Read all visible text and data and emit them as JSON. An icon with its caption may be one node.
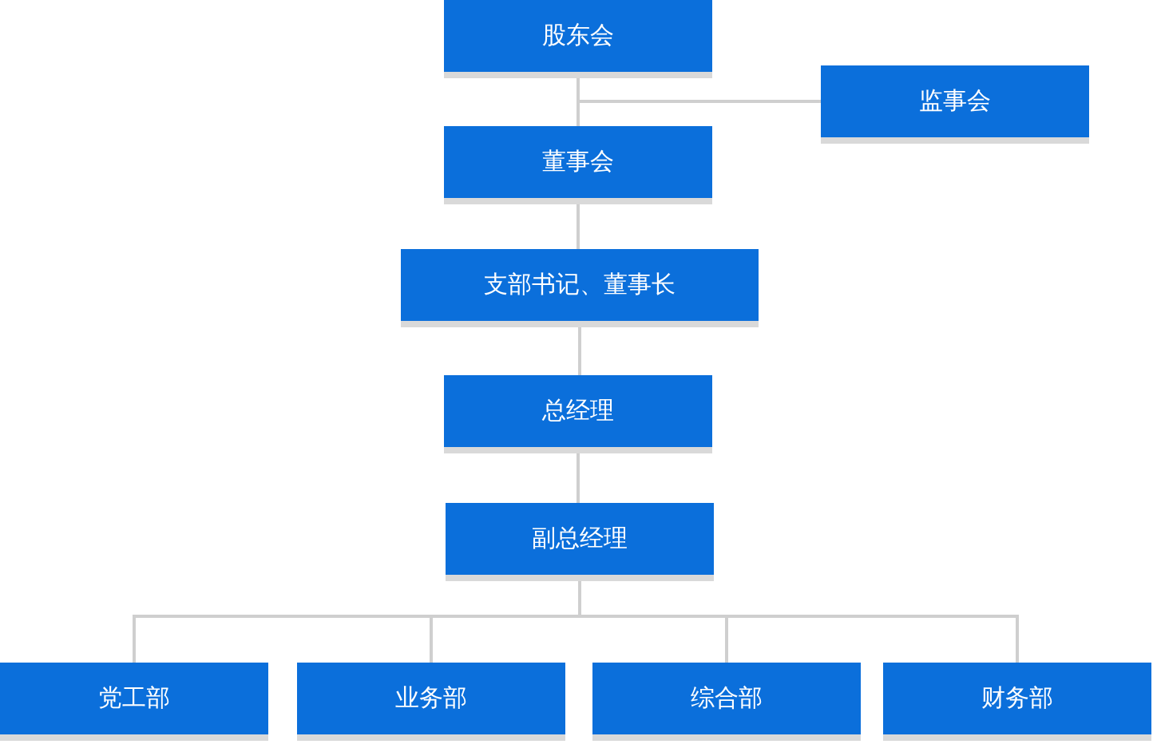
{
  "diagram": {
    "nodes": [
      {
        "text": [
          "股东会"
        ]
      },
      {
        "text": [
          "监事会"
        ]
      },
      {
        "text": [
          "董事会"
        ]
      },
      {
        "text": [
          "支部书记、董事长"
        ]
      },
      {
        "text": [
          "总经理"
        ]
      },
      {
        "text": [
          "副总经理"
        ]
      },
      {
        "text": [
          "党工部"
        ]
      },
      {
        "text": [
          "业务部"
        ]
      },
      {
        "text": [
          "综合部"
        ]
      },
      {
        "text": [
          "财务部"
        ]
      }
    ],
    "edges": [
      {
        "from": 0,
        "to": 1,
        "arrow": "none"
      },
      {
        "from": 0,
        "to": 2,
        "arrow": "none"
      },
      {
        "from": 2,
        "to": 3,
        "arrow": "none"
      },
      {
        "from": 3,
        "to": 4,
        "arrow": "none"
      },
      {
        "from": 4,
        "to": 5,
        "arrow": "none"
      },
      {
        "from": 5,
        "to": 6,
        "arrow": "none"
      },
      {
        "from": 5,
        "to": 7,
        "arrow": "none"
      },
      {
        "from": 5,
        "to": 8,
        "arrow": "none"
      },
      {
        "from": 5,
        "to": 9,
        "arrow": "none"
      }
    ]
  }
}
